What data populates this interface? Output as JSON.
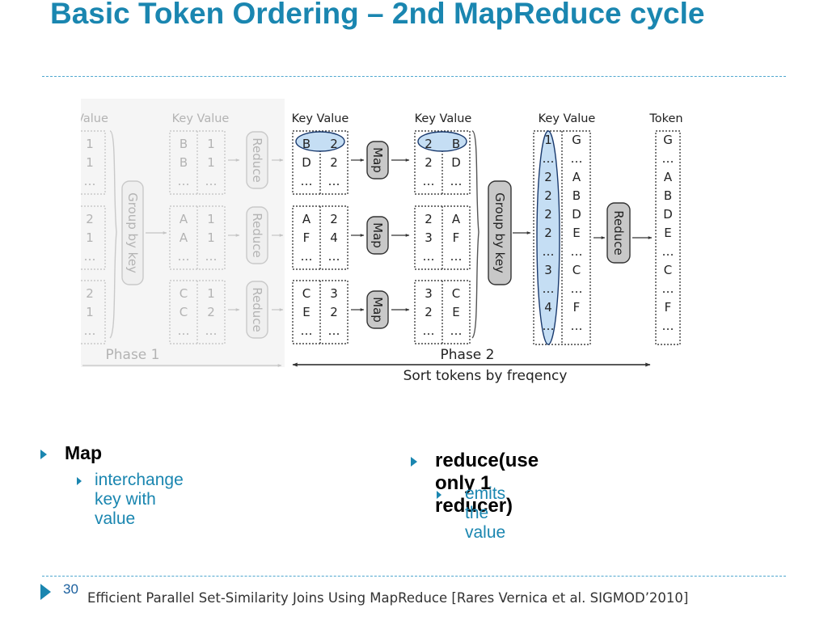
{
  "slide": {
    "title": "Basic Token Ordering – 2nd MapReduce cycle",
    "page_number": "30",
    "citation": "Efficient Parallel Set-Similarity Joins Using MapReduce [Rares Vernica et al. SIGMOD’2010]"
  },
  "colors": {
    "accent": "#1a86b0",
    "highlight": "#c5def4",
    "faded": "#b3b3b3"
  },
  "diagram": {
    "headers": {
      "key_value": "Key Value",
      "value_cut": "Value",
      "token": "Token"
    },
    "labels": {
      "group_by_key": "Group by key",
      "reduce": "Reduce",
      "map": "Map",
      "phase1": "Phase 1",
      "phase2": "Phase 2",
      "sort_caption": "Sort tokens by freqency"
    },
    "phase1_values": [
      [
        "1",
        "1",
        "…"
      ],
      [
        "2",
        "1",
        "…"
      ],
      [
        "2",
        "1",
        "…"
      ]
    ],
    "phase1_grouped": [
      [
        [
          "B",
          "1"
        ],
        [
          "B",
          "1"
        ],
        [
          "…",
          "…"
        ]
      ],
      [
        [
          "A",
          "1"
        ],
        [
          "A",
          "1"
        ],
        [
          "…",
          "…"
        ]
      ],
      [
        [
          "C",
          "1"
        ],
        [
          "C",
          "2"
        ],
        [
          "…",
          "…"
        ]
      ]
    ],
    "phase2_input": [
      [
        [
          "B",
          "2"
        ],
        [
          "D",
          "2"
        ],
        [
          "…",
          "…"
        ]
      ],
      [
        [
          "A",
          "2"
        ],
        [
          "F",
          "4"
        ],
        [
          "…",
          "…"
        ]
      ],
      [
        [
          "C",
          "3"
        ],
        [
          "E",
          "2"
        ],
        [
          "…",
          "…"
        ]
      ]
    ],
    "phase2_mapped": [
      [
        [
          "2",
          "B"
        ],
        [
          "2",
          "D"
        ],
        [
          "…",
          "…"
        ]
      ],
      [
        [
          "2",
          "A"
        ],
        [
          "3",
          "F"
        ],
        [
          "…",
          "…"
        ]
      ],
      [
        [
          "3",
          "C"
        ],
        [
          "2",
          "E"
        ],
        [
          "…",
          "…"
        ]
      ]
    ],
    "grouped_keys": [
      "1",
      "…",
      "2",
      "2",
      "2",
      "2",
      "…",
      "3",
      "…",
      "4",
      "…"
    ],
    "grouped_values": [
      "G",
      "…",
      "A",
      "B",
      "D",
      "E",
      "…",
      "C",
      "…",
      "F",
      "…"
    ],
    "tokens": [
      "G",
      "…",
      "A",
      "B",
      "D",
      "E",
      "…",
      "C",
      "…",
      "F",
      "…"
    ]
  },
  "bullets": {
    "left": {
      "heading": "Map",
      "sub": "interchange key with value"
    },
    "right": {
      "heading": "reduce(use only 1 reducer)",
      "sub": "emits the value"
    }
  }
}
